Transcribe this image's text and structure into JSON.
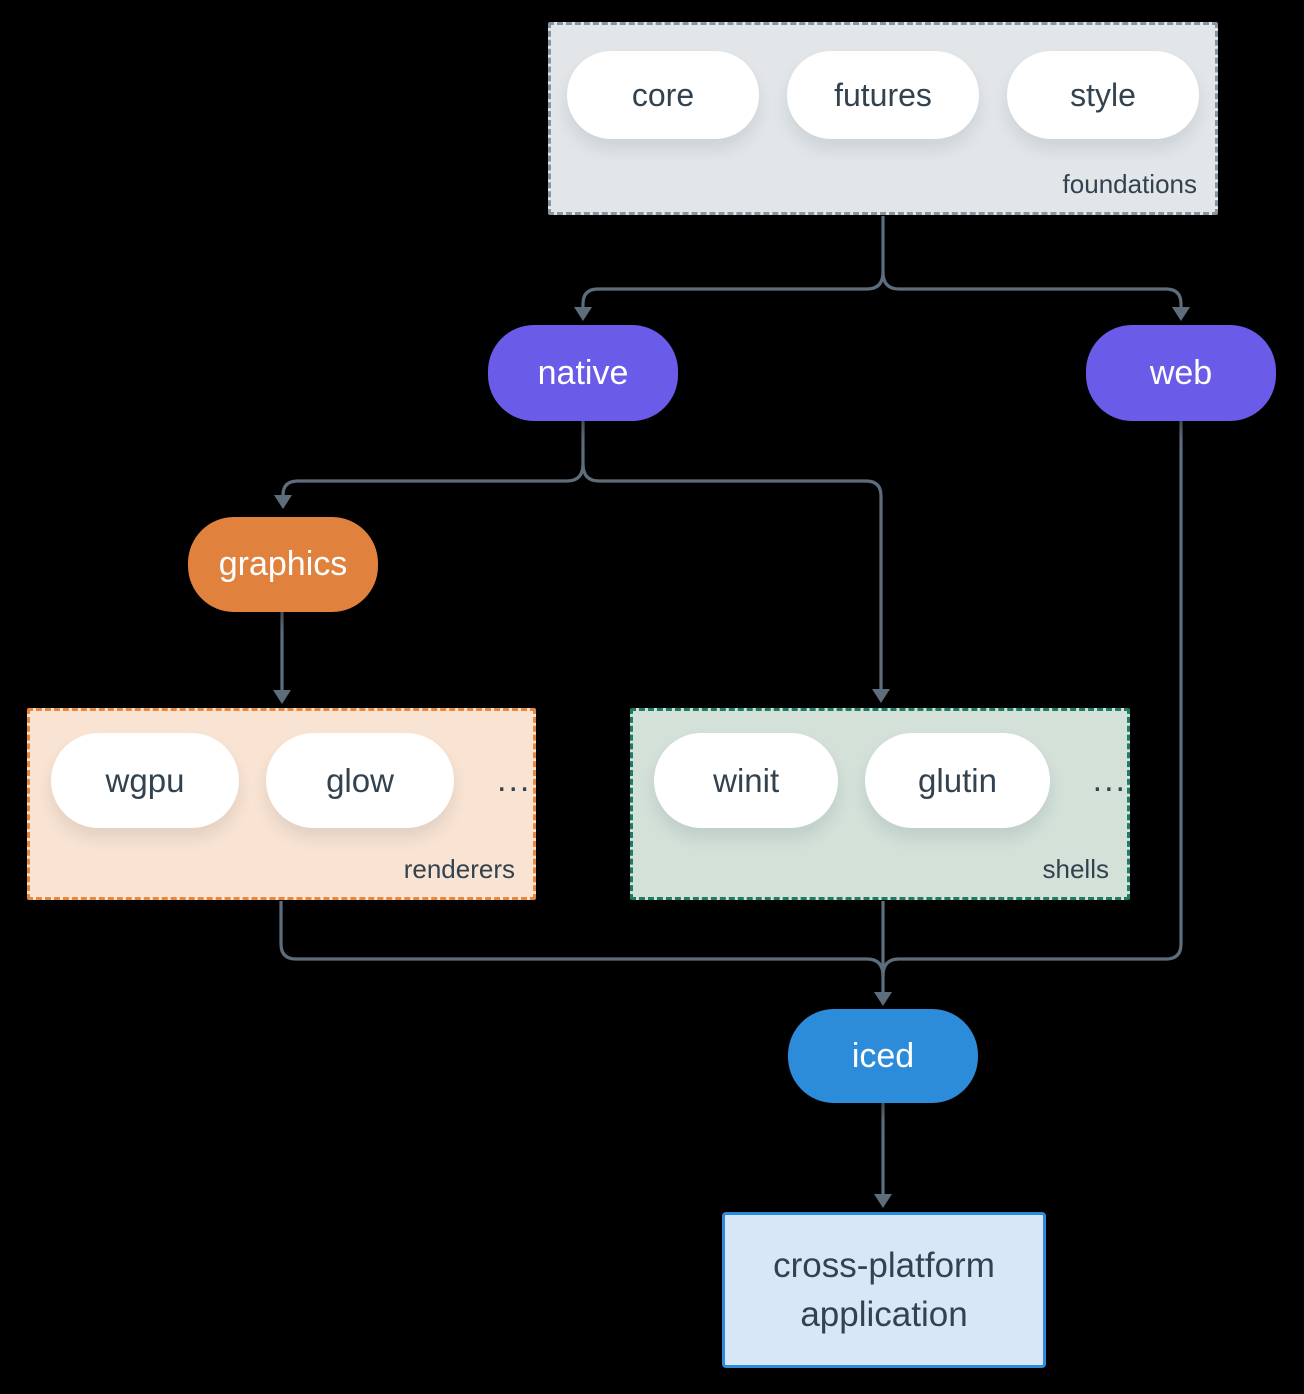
{
  "colors": {
    "background": "#000000",
    "line": "#5d6d7b",
    "purple": "#6a5ce8",
    "orange": "#e0823e",
    "blue": "#2d8cda",
    "foundations_fill": "#e2e6e9",
    "foundations_border": "#8795a3",
    "renderers_fill": "#f9e4d3",
    "renderers_border": "#e8883f",
    "shells_fill": "#d3e1d9",
    "shells_border": "#1f7a66",
    "app_fill": "#d7e7f7",
    "app_border": "#2d8cda",
    "text_dark": "#33424f",
    "text_light": "#ffffff"
  },
  "groups": {
    "foundations": {
      "label": "foundations",
      "items": [
        "core",
        "futures",
        "style"
      ]
    },
    "renderers": {
      "label": "renderers",
      "items": [
        "wgpu",
        "glow"
      ],
      "ellipsis": "..."
    },
    "shells": {
      "label": "shells",
      "items": [
        "winit",
        "glutin"
      ],
      "ellipsis": "..."
    }
  },
  "nodes": {
    "native": "native",
    "web": "web",
    "graphics": "graphics",
    "iced": "iced",
    "application": "cross-platform application"
  }
}
